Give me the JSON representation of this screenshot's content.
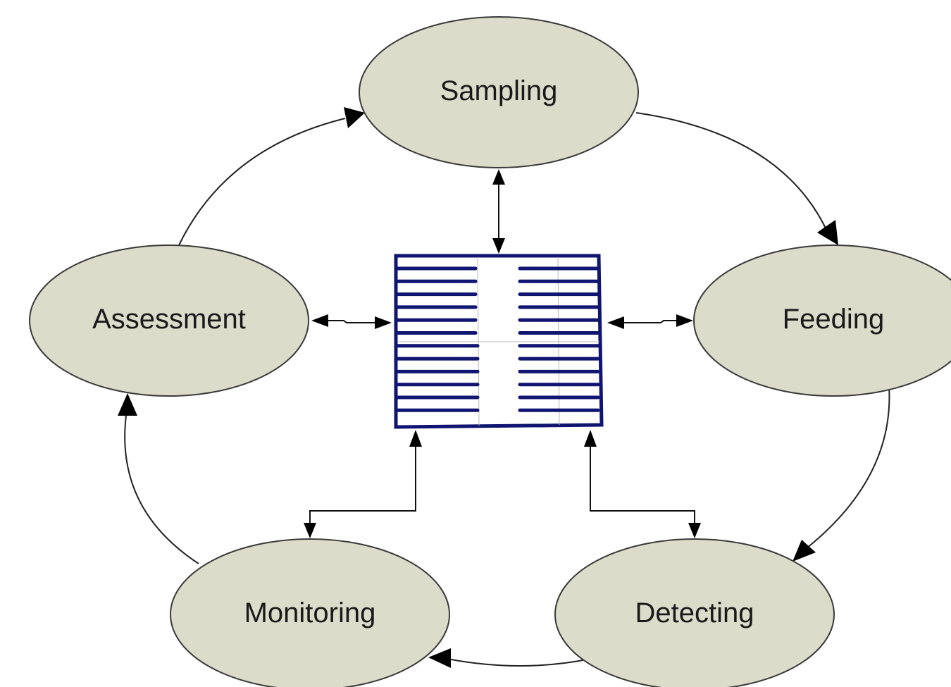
{
  "nodes": {
    "sampling": "Sampling",
    "feeding": "Feeding",
    "detecting": "Detecting",
    "monitoring": "Monitoring",
    "assessment": "Assessment"
  },
  "center": {
    "description_icon": "interdigitated-electrode-sensor-icon",
    "frame_color": "#0f1570"
  },
  "colors": {
    "node_fill": "#dcdccb",
    "node_stroke": "#3a3a3a",
    "arrow": "#000000",
    "gradient_stops": [
      "#0f1570",
      "#1f9ad6",
      "#3cc9a0",
      "#e9d733",
      "#e0262a"
    ]
  }
}
